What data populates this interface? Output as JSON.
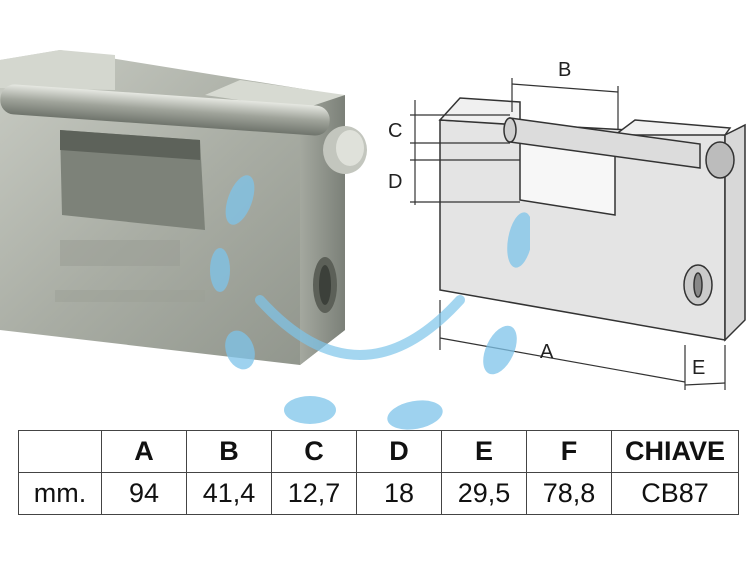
{
  "diagram": {
    "labels": {
      "a": "A",
      "b": "B",
      "c": "C",
      "d": "D",
      "e": "E"
    }
  },
  "specs": {
    "headers": [
      "",
      "A",
      "B",
      "C",
      "D",
      "E",
      "F",
      "CHIAVE"
    ],
    "row": [
      "mm.",
      "94",
      "41,4",
      "12,7",
      "18",
      "29,5",
      "78,8",
      "CB87"
    ]
  },
  "colors": {
    "watermark": "#7ec4ea",
    "metal": "#b9bcb4",
    "line": "#333333"
  }
}
